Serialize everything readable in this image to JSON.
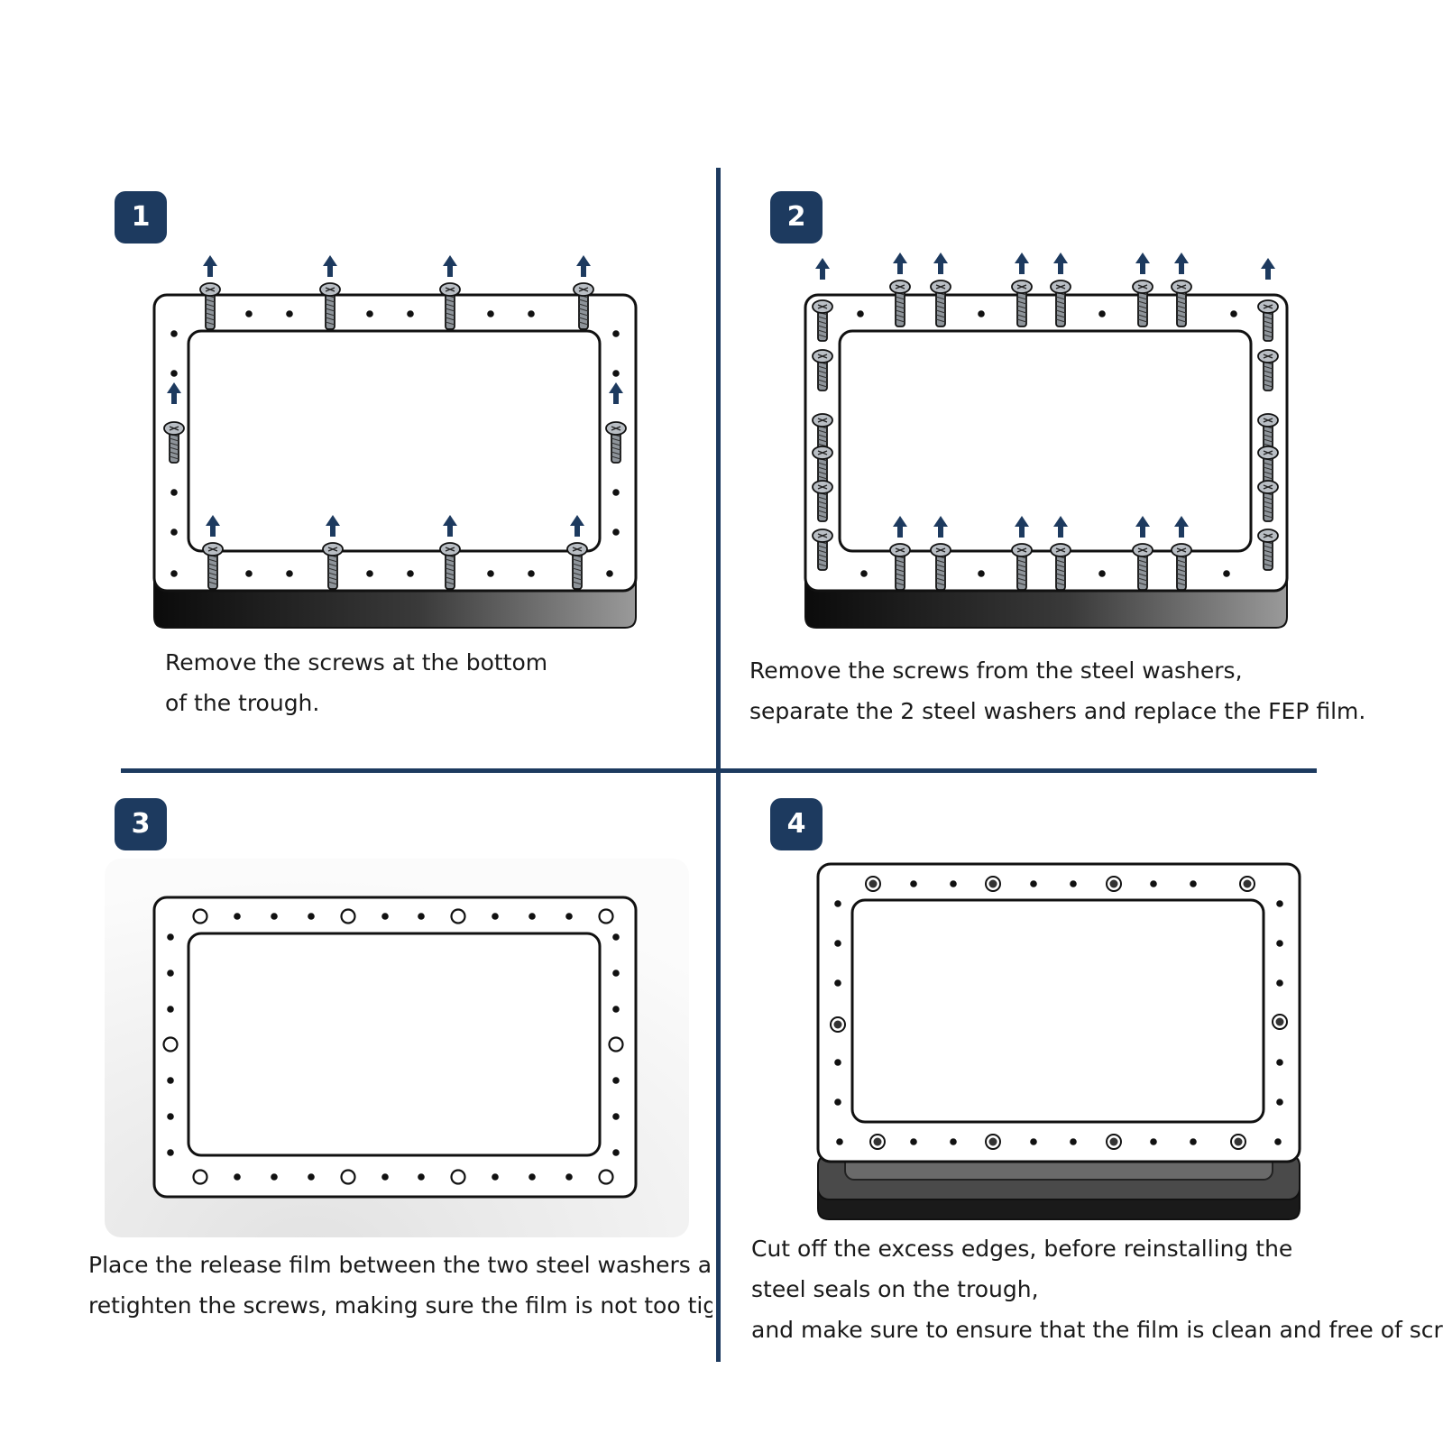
{
  "colors": {
    "accent": "#1d3a5f",
    "outline": "#222222",
    "base": "#111111",
    "screw": "#b9bec4"
  },
  "steps": [
    {
      "number": "1",
      "caption": [
        "Remove the screws at the bottom",
        " of the trough."
      ]
    },
    {
      "number": "2",
      "caption": [
        "Remove the screws from the steel washers,",
        "separate the 2 steel washers and replace the FEP film."
      ]
    },
    {
      "number": "3",
      "caption": [
        "Place the release film between the two steel washers and",
        "retighten the screws, making sure the film is not too tight."
      ]
    },
    {
      "number": "4",
      "caption": [
        "Cut off the excess edges, before reinstalling the",
        "steel seals on the trough,",
        "and make sure to ensure that the film is clean and free of scratches."
      ]
    }
  ]
}
